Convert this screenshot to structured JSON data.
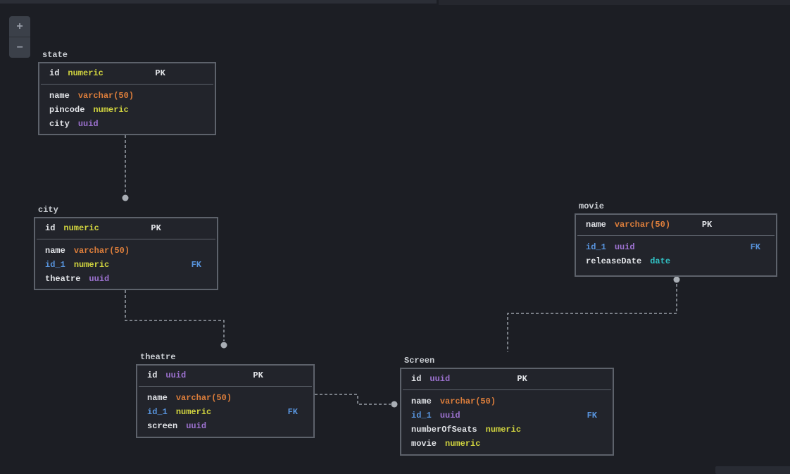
{
  "app": {
    "zoom_in_label": "+",
    "zoom_out_label": "−"
  },
  "colors": {
    "background": "#1c1e24",
    "table_bg": "#22242b",
    "table_border": "#5d626b",
    "table_label": "#ccd0d5",
    "field_text": "#e2e4e8",
    "type_numeric": "#d1d43f",
    "type_varchar": "#dd7e3b",
    "type_uuid": "#9d72d0",
    "type_date": "#31c1c4",
    "fk_blue": "#5894dd",
    "edge": "#999fa8",
    "edge_dot": "#a9aeb5"
  },
  "diagram": {
    "tables": [
      {
        "name": "state",
        "header": {
          "field": "id",
          "type": "numeric",
          "key": "PK"
        },
        "rows": [
          {
            "field": "name",
            "type": "varchar(50)",
            "key": ""
          },
          {
            "field": "pincode",
            "type": "numeric",
            "key": ""
          },
          {
            "field": "city",
            "type": "uuid",
            "key": ""
          }
        ]
      },
      {
        "name": "city",
        "header": {
          "field": "id",
          "type": "numeric",
          "key": "PK"
        },
        "rows": [
          {
            "field": "name",
            "type": "varchar(50)",
            "key": ""
          },
          {
            "field": "id_1",
            "type": "numeric",
            "key": "FK"
          },
          {
            "field": "theatre",
            "type": "uuid",
            "key": ""
          }
        ]
      },
      {
        "name": "movie",
        "header": {
          "field": "name",
          "type": "varchar(50)",
          "key": "PK"
        },
        "rows": [
          {
            "field": "id_1",
            "type": "uuid",
            "key": "FK"
          },
          {
            "field": "releaseDate",
            "type": "date",
            "key": ""
          }
        ]
      },
      {
        "name": "theatre",
        "header": {
          "field": "id",
          "type": "uuid",
          "key": "PK"
        },
        "rows": [
          {
            "field": "name",
            "type": "varchar(50)",
            "key": ""
          },
          {
            "field": "id_1",
            "type": "numeric",
            "key": "FK"
          },
          {
            "field": "screen",
            "type": "uuid",
            "key": ""
          }
        ]
      },
      {
        "name": "Screen",
        "header": {
          "field": "id",
          "type": "uuid",
          "key": "PK"
        },
        "rows": [
          {
            "field": "name",
            "type": "varchar(50)",
            "key": ""
          },
          {
            "field": "id_1",
            "type": "uuid",
            "key": "FK"
          },
          {
            "field": "numberOfSeats",
            "type": "numeric",
            "key": ""
          },
          {
            "field": "movie",
            "type": "numeric",
            "key": ""
          }
        ]
      }
    ],
    "relationships": [
      {
        "from": "state",
        "to": "city"
      },
      {
        "from": "city",
        "to": "theatre"
      },
      {
        "from": "theatre",
        "to": "Screen"
      },
      {
        "from": "movie",
        "to": "Screen"
      }
    ]
  }
}
